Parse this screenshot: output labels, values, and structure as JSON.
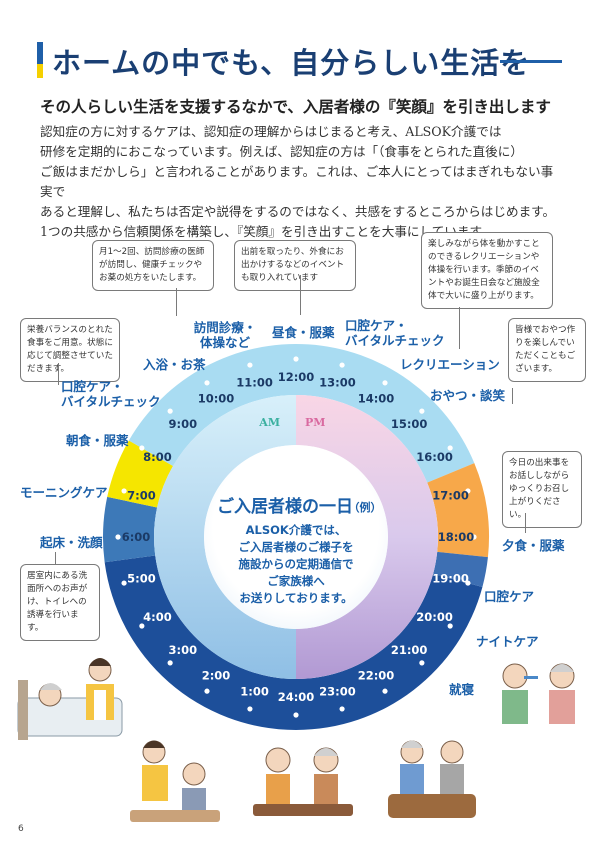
{
  "title": "ホームの中でも、自分らしい生活を",
  "subtitle": "その人らしい生活を支援するなかで、入居者様の『笑顔』を引き出します",
  "body": [
    "認知症の方に対するケアは、認知症の理解からはじまると考え、ALSOK介護では",
    "研修を定期的におこなっています。例えば、認知症の方は「（食事をとられた直後に）",
    "ご飯はまだかしら」と言われることがあります。これは、ご本人にとってはまぎれもない事実で",
    "あると理解し、私たちは否定や説得をするのではなく、共感をするところからはじめます。",
    "1つの共感から信頼関係を構築し、『笑顔』を引き出すことを大事にしています。"
  ],
  "bubbles": [
    {
      "id": "b1",
      "text": "月1～2回、訪問診療の医師が訪問し、健康チェックやお薬の処方をいたします。"
    },
    {
      "id": "b2",
      "text": "出前を取ったり、外食にお出かけするなどのイベントも取り入れています"
    },
    {
      "id": "b3",
      "text": "楽しみながら体を動かすことのできるレクリエーションや体操を行います。季節のイベントやお誕生日会など施設全体で大いに盛り上がります。"
    },
    {
      "id": "b4",
      "text": "栄養バランスのとれた食事をご用意。状態に応じて調整させていただきます。"
    },
    {
      "id": "b5",
      "text": "皆様でおやつ作りを楽しんでいただくこともございます。"
    },
    {
      "id": "b6",
      "text": "今日の出来事をお話ししながらゆっくりお召し上がりください。"
    },
    {
      "id": "b7",
      "text": "居室内にある洗面所へのお声がけ、トイレへの誘導を行います。"
    }
  ],
  "clock": {
    "am_label": "AM",
    "pm_label": "PM",
    "center_title": "ご入居者様の一日",
    "center_example": "（例）",
    "center_text": [
      "ALSOK介護では、",
      "ご入居者様のご様子を",
      "施設からの定期通信で",
      "ご家族様へ",
      "お送りしております。"
    ],
    "hours": [
      "24:00",
      "1:00",
      "2:00",
      "3:00",
      "4:00",
      "5:00",
      "6:00",
      "7:00",
      "8:00",
      "9:00",
      "10:00",
      "11:00",
      "12:00",
      "13:00",
      "14:00",
      "15:00",
      "16:00",
      "17:00",
      "18:00",
      "19:00",
      "20:00",
      "21:00",
      "22:00",
      "23:00"
    ],
    "colors": {
      "night": "#1d4f9a",
      "day": "#a9dcf2",
      "morning": "#f5e600",
      "evening": "#f7a84a",
      "am_inner": "#cdeaf6",
      "pm_inner": "#f7d3e3",
      "center_white": "#ffffff"
    }
  },
  "activities": [
    {
      "id": "a1",
      "label": "訪問診療・\n体操など"
    },
    {
      "id": "a2",
      "label": "昼食・服薬"
    },
    {
      "id": "a3",
      "label": "口腔ケア・\nバイタルチェック"
    },
    {
      "id": "a4",
      "label": "入浴・お茶"
    },
    {
      "id": "a5",
      "label": "レクリエーション"
    },
    {
      "id": "a6",
      "label": "口腔ケア・\nバイタルチェック"
    },
    {
      "id": "a7",
      "label": "おやつ・談笑"
    },
    {
      "id": "a8",
      "label": "朝食・服薬"
    },
    {
      "id": "a9",
      "label": "モーニングケア"
    },
    {
      "id": "a10",
      "label": "起床・洗顔"
    },
    {
      "id": "a11",
      "label": "夕食・服薬"
    },
    {
      "id": "a12",
      "label": "口腔ケア"
    },
    {
      "id": "a13",
      "label": "ナイトケア"
    },
    {
      "id": "a14",
      "label": "就寝"
    }
  ],
  "page_number": "6"
}
